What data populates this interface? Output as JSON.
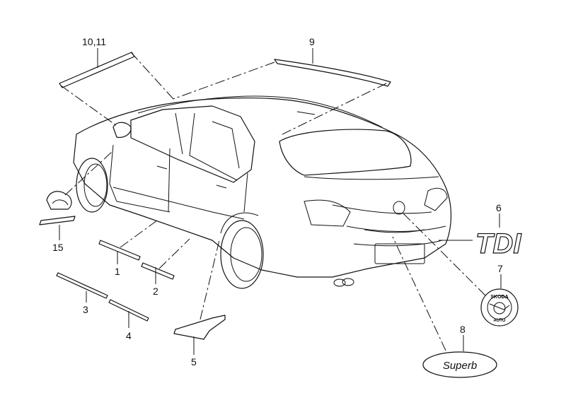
{
  "callouts": {
    "c1": "1",
    "c2": "2",
    "c3": "3",
    "c4": "4",
    "c5": "5",
    "c6": "6",
    "c7": "7",
    "c8": "8",
    "c9": "9",
    "c10_11": "10,11",
    "c15": "15"
  },
  "badges": {
    "tdi": "TDI",
    "superb": "Superb",
    "skoda": "SKODA",
    "auto": "AUTO"
  }
}
